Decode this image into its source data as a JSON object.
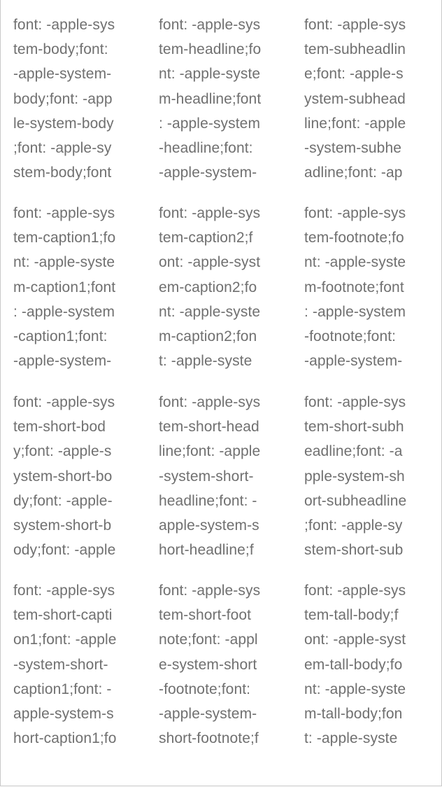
{
  "cells": [
    {
      "lines": [
        "font: -apple-sys",
        "tem-body;font:",
        "-apple-system-",
        "body;font: -app",
        "le-system-body",
        ";font: -apple-sy",
        "stem-body;font"
      ]
    },
    {
      "lines": [
        "font: -apple-sys",
        "tem-headline;fo",
        "nt: -apple-syste",
        "m-headline;font",
        ": -apple-system",
        "-headline;font:",
        "-apple-system-"
      ]
    },
    {
      "lines": [
        "font: -apple-sys",
        "tem-subheadlin",
        "e;font: -apple-s",
        "ystem-subhead",
        "line;font: -apple",
        "-system-subhe",
        "adline;font: -ap"
      ]
    },
    {
      "lines": [
        "font: -apple-sys",
        "tem-caption1;fo",
        "nt: -apple-syste",
        "m-caption1;font",
        ": -apple-system",
        "-caption1;font:",
        "-apple-system-"
      ]
    },
    {
      "lines": [
        "font: -apple-sys",
        "tem-caption2;f",
        "ont: -apple-syst",
        "em-caption2;fo",
        "nt: -apple-syste",
        "m-caption2;fon",
        "t: -apple-syste"
      ]
    },
    {
      "lines": [
        "font: -apple-sys",
        "tem-footnote;fo",
        "nt: -apple-syste",
        "m-footnote;font",
        ": -apple-system",
        "-footnote;font:",
        "-apple-system-"
      ]
    },
    {
      "lines": [
        "font: -apple-sys",
        "tem-short-bod",
        "y;font: -apple-s",
        "ystem-short-bo",
        "dy;font: -apple-",
        "system-short-b",
        "ody;font: -apple"
      ]
    },
    {
      "lines": [
        "font: -apple-sys",
        "tem-short-head",
        "line;font: -apple",
        "-system-short-",
        "headline;font: -",
        "apple-system-s",
        "hort-headline;f"
      ]
    },
    {
      "lines": [
        "font: -apple-sys",
        "tem-short-subh",
        "eadline;font: -a",
        "pple-system-sh",
        "ort-subheadline",
        ";font: -apple-sy",
        "stem-short-sub"
      ]
    },
    {
      "lines": [
        "font: -apple-sys",
        "tem-short-capti",
        "on1;font: -apple",
        "-system-short-",
        "caption1;font: -",
        "apple-system-s",
        "hort-caption1;fo"
      ]
    },
    {
      "lines": [
        "font: -apple-sys",
        "tem-short-foot",
        "note;font: -appl",
        "e-system-short",
        "-footnote;font:",
        "-apple-system-",
        "short-footnote;f"
      ]
    },
    {
      "lines": [
        "font: -apple-sys",
        "tem-tall-body;f",
        "ont: -apple-syst",
        "em-tall-body;fo",
        "nt: -apple-syste",
        "m-tall-body;fon",
        "t: -apple-syste"
      ]
    }
  ]
}
